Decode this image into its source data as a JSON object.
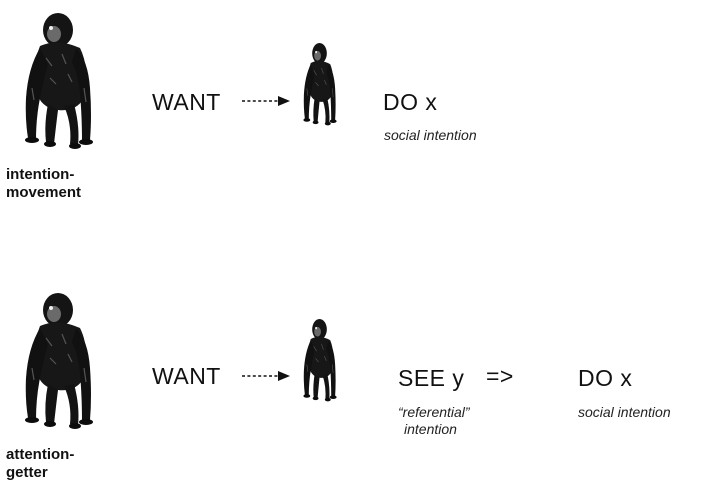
{
  "panels": [
    {
      "caption_lines": [
        "intention-",
        "movement"
      ],
      "want": "WANT",
      "do": "DO  x",
      "do_note": "social intention"
    },
    {
      "caption_lines": [
        "attention-",
        "getter"
      ],
      "want": "WANT",
      "see": "SEE  y",
      "implies": "=>",
      "do": "DO  x",
      "see_note_lines": [
        "“referential”",
        "intention"
      ],
      "do_note": "social intention"
    }
  ],
  "icons": {
    "large_figure": "chimpanzee-icon",
    "small_figure": "chimpanzee-icon",
    "arrow": "dashed-arrow-icon"
  }
}
